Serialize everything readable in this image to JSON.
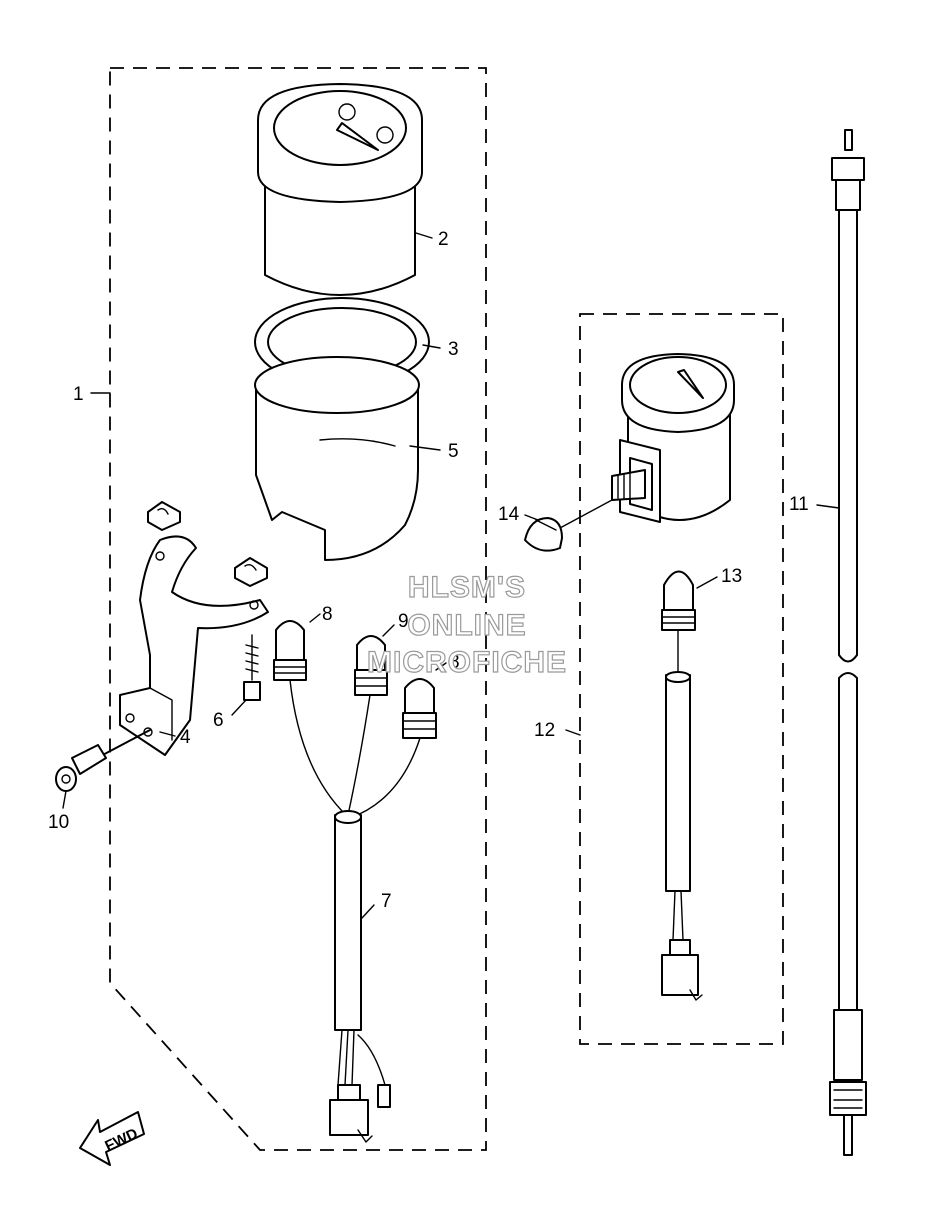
{
  "callouts": {
    "c1": "1",
    "c2": "2",
    "c3": "3",
    "c4": "4",
    "c5": "5",
    "c6": "6",
    "c7": "7",
    "c8a": "8",
    "c8b": "8",
    "c9": "9",
    "c10": "10",
    "c11": "11",
    "c12": "12",
    "c13": "13",
    "c14": "14"
  },
  "watermark": {
    "line1": "HLSM'S",
    "line2": "ONLINE",
    "line3": "MICROFICHE"
  },
  "direction": {
    "label": "FWD"
  }
}
